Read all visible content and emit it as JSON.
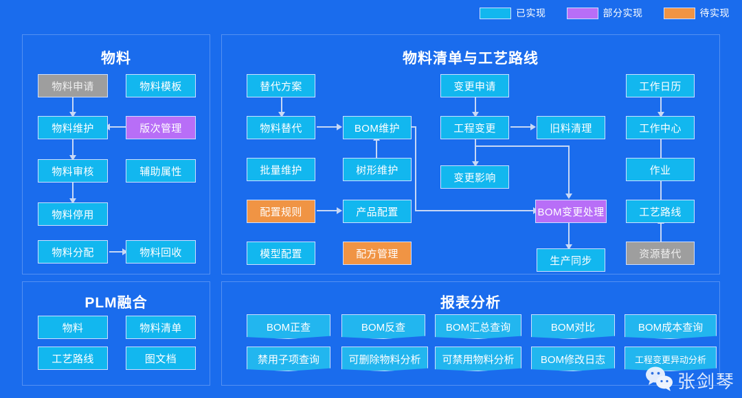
{
  "legend": {
    "items": [
      {
        "label": "已实现",
        "color": "#12b7ef",
        "status": "done"
      },
      {
        "label": "部分实现",
        "color": "#b86ef7",
        "status": "partial"
      },
      {
        "label": "待实现",
        "color": "#f09444",
        "status": "todo"
      }
    ]
  },
  "panels": {
    "material": {
      "title": "物料",
      "nodes": [
        {
          "id": "m1",
          "label": "物料申请",
          "status": "gray"
        },
        {
          "id": "m2",
          "label": "物料模板",
          "status": "done"
        },
        {
          "id": "m3",
          "label": "物料维护",
          "status": "done"
        },
        {
          "id": "m4",
          "label": "版次管理",
          "status": "partial"
        },
        {
          "id": "m5",
          "label": "物料审核",
          "status": "done"
        },
        {
          "id": "m6",
          "label": "辅助属性",
          "status": "done"
        },
        {
          "id": "m7",
          "label": "物料停用",
          "status": "done"
        },
        {
          "id": "m8",
          "label": "物料分配",
          "status": "done"
        },
        {
          "id": "m9",
          "label": "物料回收",
          "status": "done"
        }
      ]
    },
    "bom": {
      "title": "物料清单与工艺路线",
      "nodes": [
        {
          "id": "b1",
          "label": "替代方案",
          "status": "done"
        },
        {
          "id": "b2",
          "label": "物料替代",
          "status": "done"
        },
        {
          "id": "b3",
          "label": "BOM维护",
          "status": "done"
        },
        {
          "id": "b4",
          "label": "批量维护",
          "status": "done"
        },
        {
          "id": "b5",
          "label": "树形维护",
          "status": "done"
        },
        {
          "id": "b6",
          "label": "配置规则",
          "status": "todo"
        },
        {
          "id": "b7",
          "label": "产品配置",
          "status": "done"
        },
        {
          "id": "b8",
          "label": "模型配置",
          "status": "done"
        },
        {
          "id": "b9",
          "label": "配方管理",
          "status": "todo"
        },
        {
          "id": "b10",
          "label": "变更申请",
          "status": "done"
        },
        {
          "id": "b11",
          "label": "工程变更",
          "status": "done"
        },
        {
          "id": "b12",
          "label": "旧料清理",
          "status": "done"
        },
        {
          "id": "b13",
          "label": "变更影响",
          "status": "done"
        },
        {
          "id": "b14",
          "label": "BOM变更处理",
          "status": "partial"
        },
        {
          "id": "b15",
          "label": "生产同步",
          "status": "done"
        },
        {
          "id": "b16",
          "label": "工作日历",
          "status": "done"
        },
        {
          "id": "b17",
          "label": "工作中心",
          "status": "done"
        },
        {
          "id": "b18",
          "label": "作业",
          "status": "done"
        },
        {
          "id": "b19",
          "label": "工艺路线",
          "status": "done"
        },
        {
          "id": "b20",
          "label": "资源替代",
          "status": "gray"
        }
      ]
    },
    "plm": {
      "title": "PLM融合",
      "nodes": [
        {
          "id": "p1",
          "label": "物料",
          "status": "done"
        },
        {
          "id": "p2",
          "label": "物料清单",
          "status": "done"
        },
        {
          "id": "p3",
          "label": "工艺路线",
          "status": "done"
        },
        {
          "id": "p4",
          "label": "图文档",
          "status": "done"
        }
      ]
    },
    "report": {
      "title": "报表分析",
      "nodes": [
        {
          "id": "r1",
          "label": "BOM正查"
        },
        {
          "id": "r2",
          "label": "BOM反查"
        },
        {
          "id": "r3",
          "label": "BOM汇总查询"
        },
        {
          "id": "r4",
          "label": "BOM对比"
        },
        {
          "id": "r5",
          "label": "BOM成本查询"
        },
        {
          "id": "r6",
          "label": "禁用子项查询"
        },
        {
          "id": "r7",
          "label": "可删除物料分析"
        },
        {
          "id": "r8",
          "label": "可禁用物料分析"
        },
        {
          "id": "r9",
          "label": "BOM修改日志"
        },
        {
          "id": "r10",
          "label": "工程变更异动分析"
        }
      ]
    }
  },
  "watermark": {
    "text": "张剑琴",
    "icon": "wechat-icon"
  },
  "colors": {
    "background": "#1a6ced",
    "panel_border": "#5591f2",
    "node_border": "#cfe0ff",
    "done": "#12b7ef",
    "partial": "#b86ef7",
    "todo": "#f09444",
    "gray": "#9e9e9e",
    "connector": "#c8d8f5"
  }
}
